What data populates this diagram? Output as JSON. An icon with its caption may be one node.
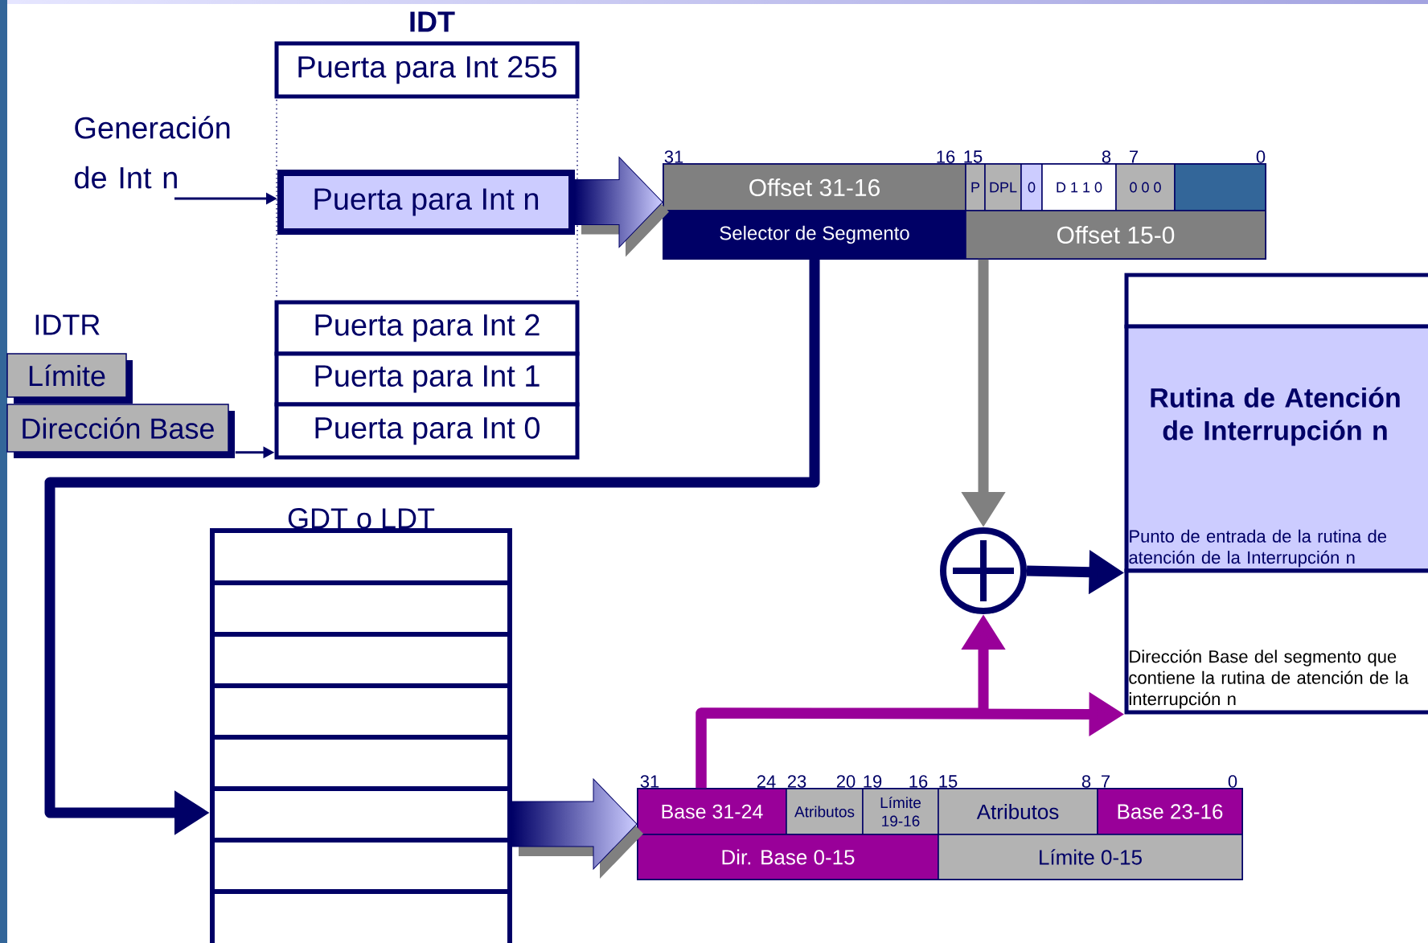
{
  "diagram": {
    "nodes": [
      {
        "text": [
          "Generación de Int n"
        ]
      },
      {
        "text": [
          "Puerta para Int 255"
        ]
      },
      {
        "text": [
          "Puerta para Int n"
        ]
      },
      {
        "text": [
          "Puerta para Int 2"
        ]
      },
      {
        "text": [
          "Puerta para Int 1"
        ]
      },
      {
        "text": [
          "Puerta para Int 0"
        ]
      },
      {
        "text": [
          "Límite"
        ]
      },
      {
        "text": [
          "Dirección Base"
        ]
      },
      {
        "text": [],
        "shape": "box"
      },
      {
        "text": [
          "Offset 31-16"
        ],
        "in": 8
      },
      {
        "text": [
          "P"
        ],
        "in": 8
      },
      {
        "text": [
          "DPL"
        ],
        "in": 8
      },
      {
        "text": [
          "0"
        ],
        "in": 8
      },
      {
        "text": [
          "D 1 1 0"
        ],
        "in": 8
      },
      {
        "text": [
          "0 0 0"
        ],
        "in": 8
      },
      {
        "text": [],
        "shape": "box",
        "in": 8
      },
      {
        "text": [
          "Selector de Segmento"
        ],
        "in": 8
      },
      {
        "text": [
          "Offset 15-0"
        ],
        "in": 8
      },
      {
        "text": [],
        "shape": "box"
      },
      {
        "text": [
          "Rutina de Atención de Interrupción n",
          "Punto de entrada de la rutina de atención de la Interrupción n"
        ]
      },
      {
        "text": [
          "Dirección Base del segmento que contiene la rutina de atención de la interrupción n"
        ]
      },
      {
        "text": [],
        "shape": "circle"
      },
      {
        "text": [
          "GDT o LDT"
        ]
      },
      {
        "text": [],
        "shape": "box"
      },
      {
        "text": [
          "Base 31-24"
        ],
        "in": 23
      },
      {
        "text": [
          "Atributos"
        ],
        "in": 23
      },
      {
        "text": [
          "Límite 19-16"
        ],
        "in": 23
      },
      {
        "text": [
          "Atributos"
        ],
        "in": 23
      },
      {
        "text": [
          "Base 23-16"
        ],
        "in": 23
      },
      {
        "text": [
          "Dir. Base 0-15"
        ],
        "in": 23
      },
      {
        "text": [
          "Límite 0-15"
        ],
        "in": 23
      }
    ],
    "edges": [
      {
        "from": 0,
        "to": 2,
        "arrow": "to"
      },
      {
        "from": 7,
        "to": 5,
        "arrow": "to"
      },
      {
        "from": 2,
        "to": 8,
        "arrow": "to"
      },
      {
        "from": 16,
        "to": 22,
        "arrow": "to"
      },
      {
        "from": 22,
        "to": 23,
        "arrow": "to"
      },
      {
        "from": 17,
        "to": 21,
        "arrow": "to",
        "color": "#808080"
      },
      {
        "from": 24,
        "to": 21,
        "arrow": "to",
        "color": "#990099"
      },
      {
        "from": 24,
        "to": 20,
        "arrow": "to",
        "color": "#990099"
      },
      {
        "from": 21,
        "to": 19,
        "arrow": "to"
      }
    ],
    "labels": [
      "IDT",
      "IDTR",
      "31",
      "16",
      "15",
      "8",
      "7",
      "0",
      "31",
      "24",
      "23",
      "20",
      "19",
      "16",
      "15",
      "8",
      "7",
      "0"
    ]
  }
}
